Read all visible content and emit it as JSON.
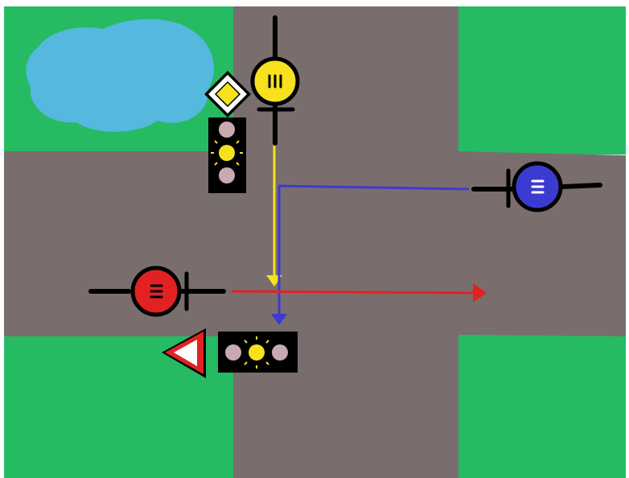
{
  "colors": {
    "background": "#ffffff",
    "grass": "#26bb62",
    "road": "#7a6d6d",
    "pond": "#55b8de",
    "outline": "#000000",
    "yellow": "#f6e11c",
    "red": "#e22222",
    "blue": "#3b3bd2",
    "lamp_off": "#c9aab0",
    "white": "#ffffff"
  },
  "vehicles": [
    {
      "id": "yellow",
      "color": "#f6e11c",
      "heading": "south",
      "marking": "three-vertical-bars"
    },
    {
      "id": "red",
      "color": "#e22222",
      "heading": "east",
      "marking": "three-horizontal-bars"
    },
    {
      "id": "blue",
      "color": "#3b3bd2",
      "heading": "west",
      "marking": "three-horizontal-bars"
    }
  ],
  "traffic_lights": [
    {
      "id": "north-west",
      "orientation": "vertical",
      "lamps": [
        "off",
        "yellow-lit",
        "off"
      ]
    },
    {
      "id": "south-west",
      "orientation": "horizontal",
      "lamps": [
        "off",
        "yellow-lit",
        "off"
      ]
    }
  ],
  "signs": [
    {
      "id": "priority-road-sign",
      "shape": "diamond",
      "fill": "#f6e11c",
      "border": "#ffffff"
    },
    {
      "id": "yield-sign",
      "shape": "triangle",
      "fill": "#ffffff",
      "border": "#e22222",
      "points": "left"
    }
  ],
  "paths": [
    {
      "id": "yellow",
      "color": "#f6e11c",
      "route": "straight-south"
    },
    {
      "id": "red",
      "color": "#e22222",
      "route": "straight-east"
    },
    {
      "id": "blue",
      "color": "#3b3bd2",
      "route": "left-turn-south"
    }
  ]
}
